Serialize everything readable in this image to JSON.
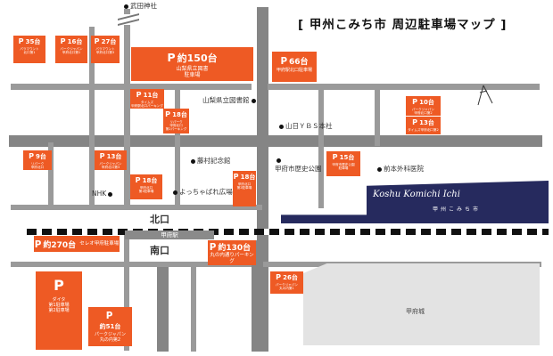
{
  "title": "[ 甲州こみち市 周辺駐車場マップ ]",
  "areas": {
    "north": "北口",
    "south": "南口"
  },
  "station": "甲府駅",
  "castle": "甲府城",
  "event_logo": {
    "script": "Koshu Komichi Ichi",
    "jp": "甲州こみち市"
  },
  "landmarks": [
    {
      "text": "武田神社"
    },
    {
      "text": "山梨県立図書館"
    },
    {
      "text": "山日ＹＢＳ本社"
    },
    {
      "text": "藤村記念館"
    },
    {
      "text": "甲府市歴史公園"
    },
    {
      "text": "前本外科医院"
    },
    {
      "text": "よっちゃばれ広場"
    },
    {
      "text": "NHK"
    }
  ],
  "parking": [
    {
      "count": "35台",
      "name": "パラマウント\n北口第1"
    },
    {
      "count": "16台",
      "name": "パークジャパン\n甲府北口第1"
    },
    {
      "count": "27台",
      "name": "パラマウント\n甲府北口第3"
    },
    {
      "count": "約150台",
      "name": "山梨県立図書\n駐車場"
    },
    {
      "count": "66台",
      "name": "甲府駅北口駐車場"
    },
    {
      "count": "11台",
      "name": "タイムズ\n甲府駅北口パーキング"
    },
    {
      "count": "18台",
      "name": "リパーク\n甲府北口\n第2パーキング"
    },
    {
      "count": "10台",
      "name": "パークジャパン\n甲府北口第2"
    },
    {
      "count": "13台",
      "name": "タイムズ甲府北口第2"
    },
    {
      "count": "9台",
      "name": "リパーク\n甲府北口"
    },
    {
      "count": "13台",
      "name": "パークジャパン\n甲府北口第3"
    },
    {
      "count": "18台",
      "name": "甲府北口\n第1駐車場"
    },
    {
      "count": "18台",
      "name": "甲府北口\n第2駐車場"
    },
    {
      "count": "15台",
      "name": "甲府市歴史公園\n駐車場"
    },
    {
      "count": "約270台",
      "name": "セレオ甲府駐車場"
    },
    {
      "count": "約130台",
      "name": "丸の内通りパーキング"
    },
    {
      "count": "26台",
      "name": "パークジャパン\n丸の内第1"
    },
    {
      "count": "",
      "name": "ダイタ\n第1駐車場\n第2駐車場"
    },
    {
      "count": "約51台",
      "name": "パークジャパン\n丸の内第2"
    }
  ],
  "p_symbol": "P"
}
